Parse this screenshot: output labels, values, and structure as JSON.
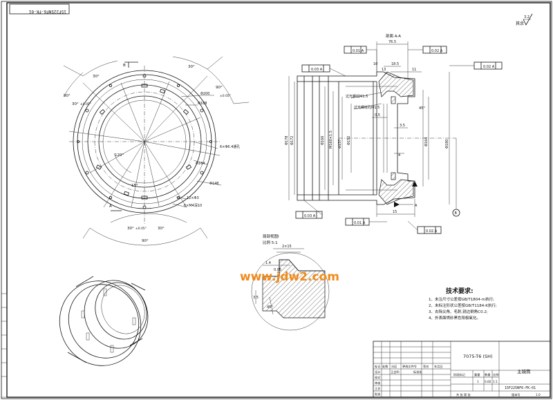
{
  "sheet": {
    "drawing_no_rotated": "15F225NF6-FK-01",
    "roughness_note": "其余",
    "roughness_value": "3.2",
    "section_label": "剖面 A-A",
    "watermark": "www.jdw2.com"
  },
  "front_view": {
    "labels": [
      "90°",
      "30°",
      "30°",
      "30°",
      "90°",
      "15°",
      "120°",
      "30°",
      "30°",
      "90°"
    ],
    "tolerance": "±0.05°",
    "callouts": [
      "Φ200",
      "Φ188",
      "Φ164",
      "Φ148",
      "6×Φ6.4通孔",
      "12×Φ3",
      "6×M4深10",
      "A"
    ],
    "section_mark": "B"
  },
  "section_view": {
    "top_dims": [
      "76.5",
      "18.5",
      "13",
      "10",
      "11"
    ],
    "left_dims": [
      "Φ178",
      "Φ172",
      "Φ166",
      "M160×1.5",
      "Φ157",
      "Φ152"
    ],
    "right_dims": [
      "Φ180",
      "Φ164"
    ],
    "notes": [
      "过光螺纹M1.5",
      "过光螺纹孔M1.5"
    ],
    "inner_dims": [
      "0.5",
      "3.5",
      "4",
      "45°"
    ],
    "gdt": [
      "0.01 A",
      "0.02 A",
      "0.03 A",
      "0.02 A",
      "0.01 A",
      "0.02 A",
      "0.03 A"
    ],
    "datum": "A",
    "bottom_dim": "15",
    "balloon": "B"
  },
  "detail_view": {
    "title": "局部视图I",
    "scale": "比例 5:1",
    "dims": [
      "2×15",
      "1.4",
      "0.05",
      "3.5",
      "45°"
    ]
  },
  "tech_req": {
    "title": "技术要求:",
    "items": [
      "1、未注尺寸公差按GB/T1804-m执行;",
      "2、未标注形状公差按GB/T1184-K执行;",
      "3、去除尖角、毛刺,锐边倒角C0.2;",
      "4、外表面喷砂黑色阳极氧化。"
    ]
  },
  "title_block": {
    "material": "7075-T6 (SH)",
    "part_name": "主镜筒",
    "drawing_no": "15F225NF6-FK-01",
    "rows_left": [
      "标记",
      "设计",
      "校对",
      "审核",
      "工艺",
      "批准"
    ],
    "cols_left": [
      "处数",
      "分区",
      "更改文件号",
      "签名",
      "年月日"
    ],
    "designer": "王会利",
    "std": "标准化",
    "phase_header": [
      "阶段标记",
      "重量",
      "数量",
      "比例"
    ],
    "scale": "1:1",
    "weight": "0.60",
    "qty": "1",
    "sheets": "共  张  第  张",
    "page": "版本号",
    "ver": "1.0"
  }
}
